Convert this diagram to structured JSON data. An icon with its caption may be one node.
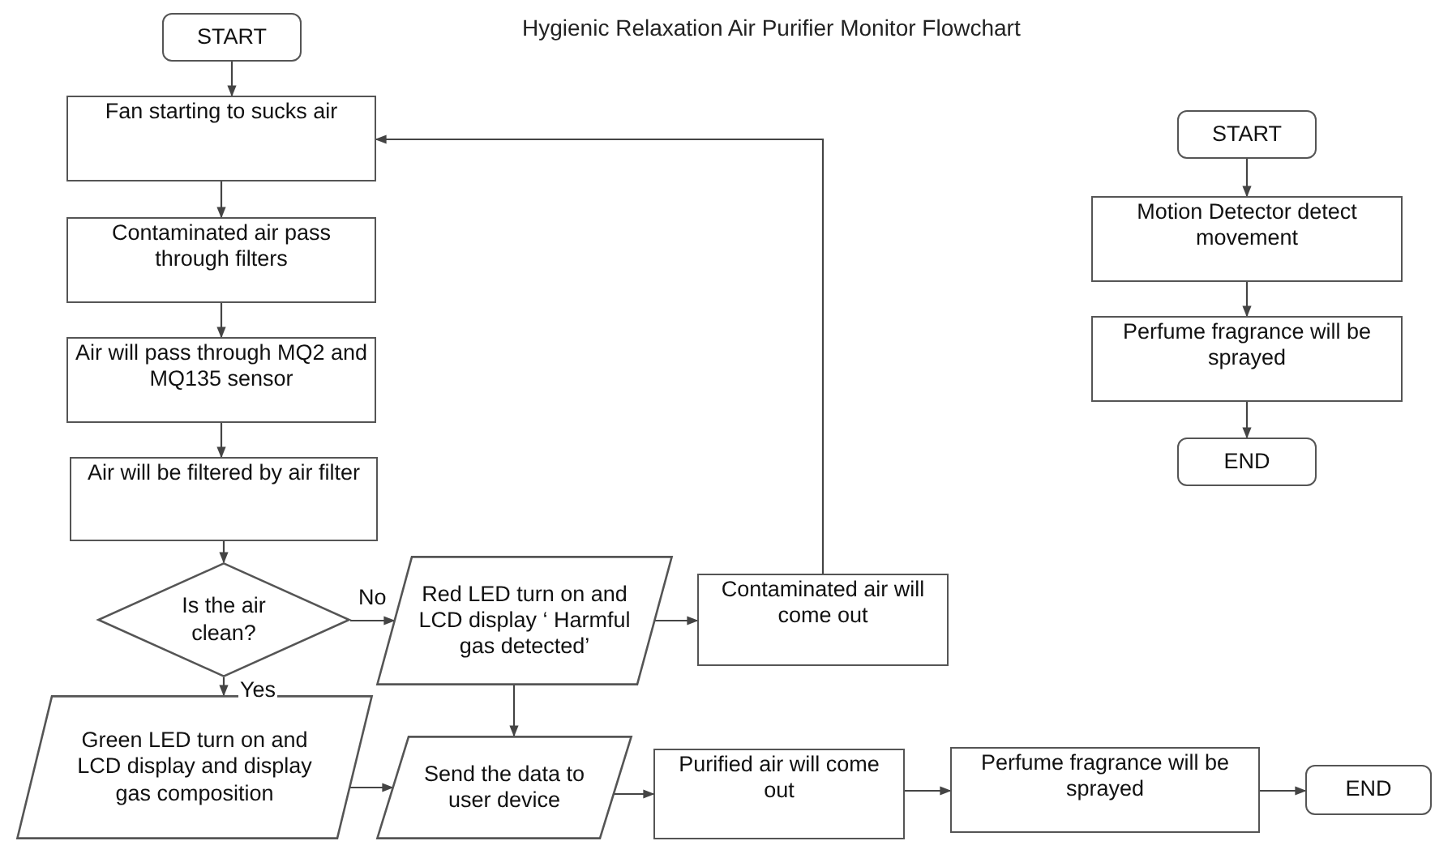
{
  "diagram": {
    "title": "Hygienic Relaxation Air Purifier Monitor Flowchart",
    "nodes": [
      {
        "text": [
          "START"
        ]
      },
      {
        "text": [
          "Fan starting to sucks air"
        ]
      },
      {
        "text": [
          "Contaminated air pass through filters"
        ]
      },
      {
        "text": [
          "Air will pass through MQ2 and MQ135 sensor"
        ]
      },
      {
        "text": [
          "Air will be filtered by air filter"
        ]
      },
      {
        "text": [
          "Is the air clean?"
        ]
      },
      {
        "text": [
          "Red LED turn on and LCD display ‘ Harmful gas detected’"
        ]
      },
      {
        "text": [
          "Contaminated air will come out"
        ]
      },
      {
        "text": [
          "Green LED turn on and LCD display and display gas composition"
        ]
      },
      {
        "text": [
          "Send the data to user device"
        ]
      },
      {
        "text": [
          "Purified air will come out"
        ]
      },
      {
        "text": [
          "Perfume fragrance will be sprayed"
        ]
      },
      {
        "text": [
          "END"
        ]
      },
      {
        "text": [
          "START"
        ]
      },
      {
        "text": [
          "Motion Detector detect movement"
        ]
      },
      {
        "text": [
          "Perfume fragrance will be sprayed"
        ]
      },
      {
        "text": [
          "END"
        ]
      }
    ],
    "edges": [
      {
        "from": 0,
        "to": 1,
        "arrow": "to"
      },
      {
        "from": 1,
        "to": 2,
        "arrow": "to"
      },
      {
        "from": 2,
        "to": 3,
        "arrow": "to"
      },
      {
        "from": 3,
        "to": 4,
        "arrow": "to"
      },
      {
        "from": 4,
        "to": 5,
        "arrow": "to"
      },
      {
        "from": 5,
        "to": 6,
        "arrow": "to",
        "label": "No"
      },
      {
        "from": 5,
        "to": 8,
        "arrow": "to",
        "label": "Yes"
      },
      {
        "from": 6,
        "to": 7,
        "arrow": "to"
      },
      {
        "from": 7,
        "to": 1,
        "arrow": "to"
      },
      {
        "from": 6,
        "to": 9,
        "arrow": "to"
      },
      {
        "from": 8,
        "to": 9,
        "arrow": "to"
      },
      {
        "from": 9,
        "to": 10,
        "arrow": "to"
      },
      {
        "from": 10,
        "to": 11,
        "arrow": "to"
      },
      {
        "from": 11,
        "to": 12,
        "arrow": "to"
      },
      {
        "from": 13,
        "to": 14,
        "arrow": "to"
      },
      {
        "from": 14,
        "to": 15,
        "arrow": "to"
      },
      {
        "from": 15,
        "to": 16,
        "arrow": "to"
      }
    ]
  }
}
